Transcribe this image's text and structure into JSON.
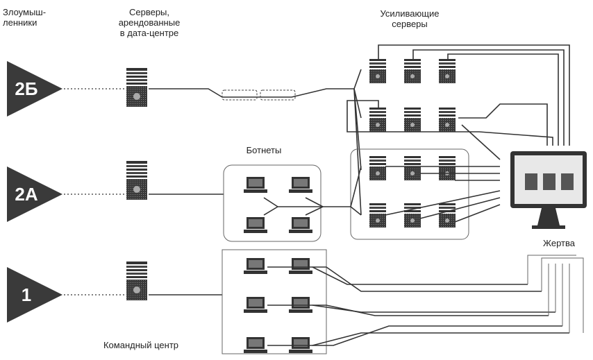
{
  "labels": {
    "attackers": "Злоумыш-\nленники",
    "rented_servers": "Серверы,\nарендованные\nв дата-центре",
    "amplifiers": "Усиливающие\nсерверы",
    "botnets": "Ботнеты",
    "victim": "Жертва",
    "command_center": "Командный центр"
  },
  "attacker_tags": [
    "2Б",
    "2А",
    "1"
  ],
  "colors": {
    "ink": "#333333",
    "triangle": "#3a3a3a",
    "triangle_text": "#ffffff"
  }
}
